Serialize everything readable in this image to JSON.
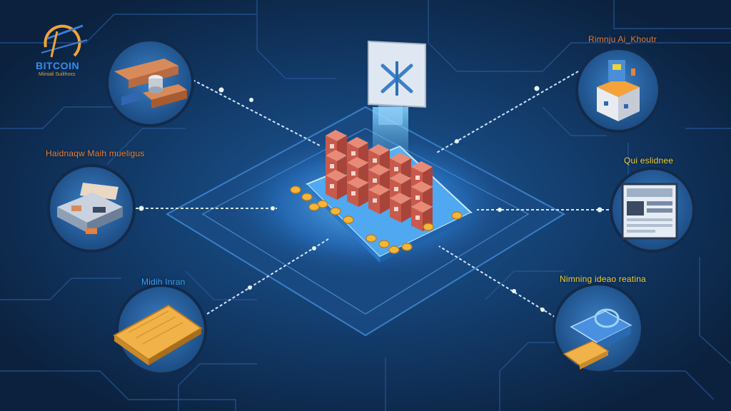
{
  "brand": {
    "title": "BITCOIN",
    "subtitle": "Miiniali Suilihoxs"
  },
  "nodes": [
    {
      "id": "top-left",
      "label": "",
      "icon": "hardware-components-icon"
    },
    {
      "id": "mid-left",
      "label": "Haidnaqw Maih mueligus",
      "label_color": "#e8813a",
      "icon": "mining-server-icon"
    },
    {
      "id": "bottom-left",
      "label": "Midih Inran",
      "label_color": "#3aa3f0",
      "icon": "gold-wallet-icon"
    },
    {
      "id": "top-right",
      "label": "Rimnju Ai_Khoutr",
      "label_color": "#e8813a",
      "icon": "robot-chip-icon"
    },
    {
      "id": "mid-right",
      "label": "Qui eslidnee",
      "label_color": "#f0d23a",
      "icon": "dashboard-screen-icon"
    },
    {
      "id": "bottom-right",
      "label": "Nimning ideao reatina",
      "label_color": "#f0d23a",
      "icon": "secure-storage-icon"
    }
  ],
  "center": {
    "icon": "blockchain-blocks-icon",
    "sign_icon": "crossed-pickaxe-sign-icon"
  },
  "colors": {
    "background": "#0d2748",
    "circuit": "#2a5a9a",
    "glow": "#3aa0ff",
    "accent_orange": "#e8813a",
    "accent_yellow": "#f0d23a",
    "brick": "#c85a4c",
    "coin": "#f4b63a"
  }
}
